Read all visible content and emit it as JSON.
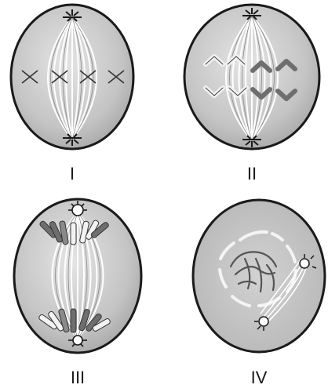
{
  "panels": [
    {
      "label": "I"
    },
    {
      "label": "II"
    },
    {
      "label": "III"
    },
    {
      "label": "IV"
    }
  ],
  "colors": {
    "cell_fill": "#c9c9c9",
    "cell_outline": "#1a1a1a",
    "spindle": "#ffffff",
    "chromosome_light": "#f2f2f2",
    "chromosome_dark": "#6e6e6e",
    "label_text": "#1a1a1a"
  }
}
